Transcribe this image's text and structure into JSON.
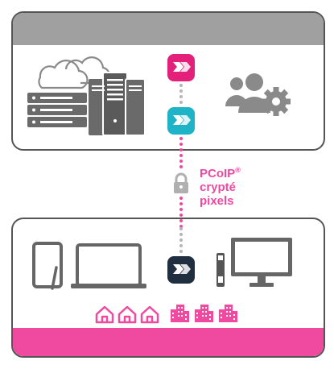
{
  "colors": {
    "pink": "#ef4aa0",
    "teal": "#1fb3c7",
    "navy": "#1f2f3f",
    "gray": "#555555",
    "light_gray": "#a0a0a0"
  },
  "label": {
    "protocol": "PCoIP",
    "trademark": "®",
    "line2": "crypté",
    "line3": "pixels"
  },
  "icons": {
    "top_left": "cloud-server-rack-icon",
    "top_right": "users-gear-icon",
    "badges": [
      "app-badge-pink",
      "app-badge-teal",
      "app-badge-navy"
    ],
    "lock": "lock-icon",
    "devices": [
      "tablet-icon",
      "laptop-icon",
      "zero-client-icon",
      "monitor-icon"
    ],
    "locations": [
      "home-icon",
      "office-building-icon"
    ]
  }
}
